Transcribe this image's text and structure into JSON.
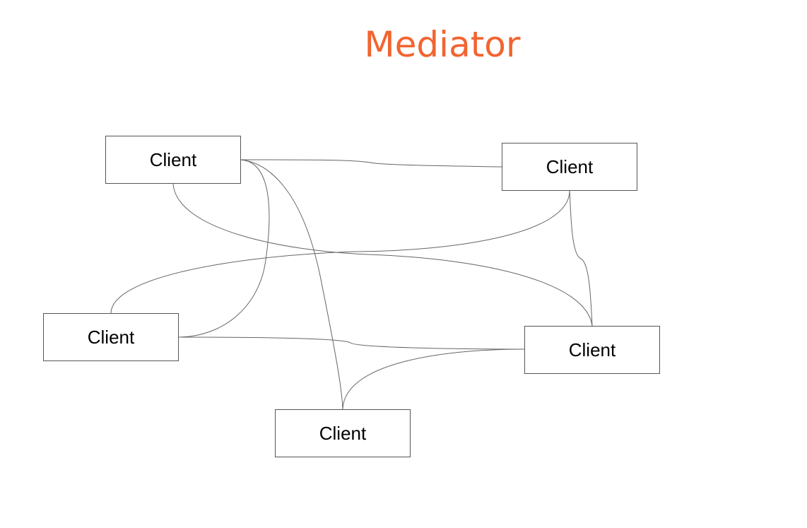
{
  "title": "Mediator",
  "colors": {
    "title": "#f26430",
    "edge": "#666666",
    "node_border": "#555555"
  },
  "nodes": [
    {
      "id": "n1",
      "label": "Client"
    },
    {
      "id": "n2",
      "label": "Client"
    },
    {
      "id": "n3",
      "label": "Client"
    },
    {
      "id": "n4",
      "label": "Client"
    },
    {
      "id": "n5",
      "label": "Client"
    }
  ],
  "edges": [
    {
      "from": "n1",
      "to": "n2"
    },
    {
      "from": "n1",
      "to": "n3"
    },
    {
      "from": "n1",
      "to": "n4"
    },
    {
      "from": "n1",
      "to": "n5"
    },
    {
      "from": "n2",
      "to": "n3"
    },
    {
      "from": "n2",
      "to": "n4"
    },
    {
      "from": "n3",
      "to": "n4"
    },
    {
      "from": "n4",
      "to": "n5"
    }
  ]
}
